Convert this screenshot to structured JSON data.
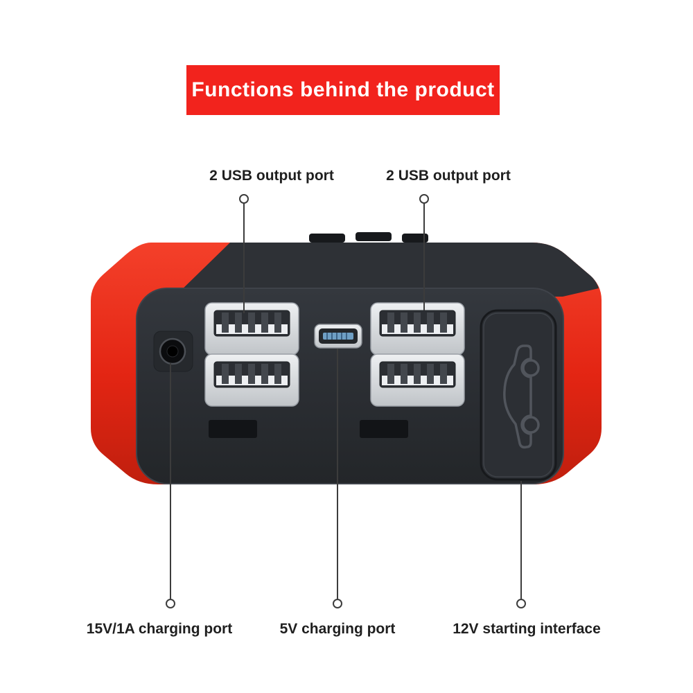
{
  "banner": {
    "title": "Functions behind the product"
  },
  "callouts": {
    "usb_left": "2 USB output port",
    "usb_right": "2 USB output port",
    "charge_15v": "15V/1A charging port",
    "charge_5v": "5V charging port",
    "start_12v": "12V starting interface"
  },
  "device": {
    "car_icon": "car-side-silhouette",
    "colors": {
      "accent_red": "#e8291c",
      "body_dark": "#2b2e33",
      "usb_silver": "#d9dbde",
      "micro_usb_blue": "#6f9fc4",
      "background": "#ffffff"
    }
  }
}
